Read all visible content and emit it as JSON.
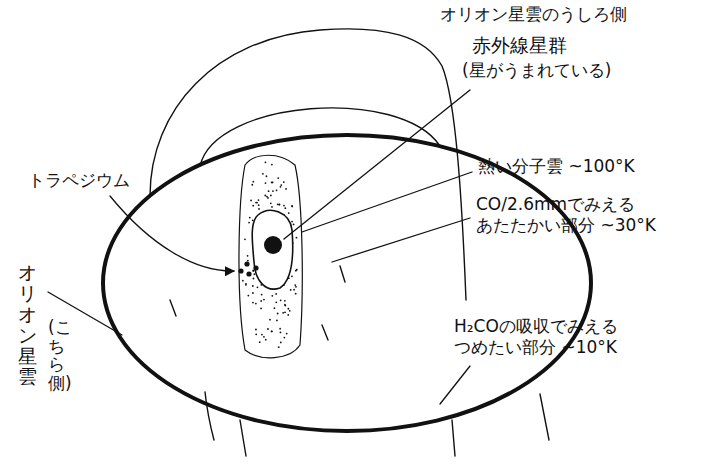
{
  "diagram": {
    "labels": [
      "オリオン星雲のうしろ側",
      "赤外線星群",
      "(星がうまれている)",
      "熱い分子雲 ~100°K",
      "CO/2.6mmでみえる あたたかい部分 ~30°K",
      "トラペジウム",
      "H₂COの吸収でみえる つめたい部分 ~10°K",
      "オリオン星雲",
      "(こちら側)"
    ]
  }
}
